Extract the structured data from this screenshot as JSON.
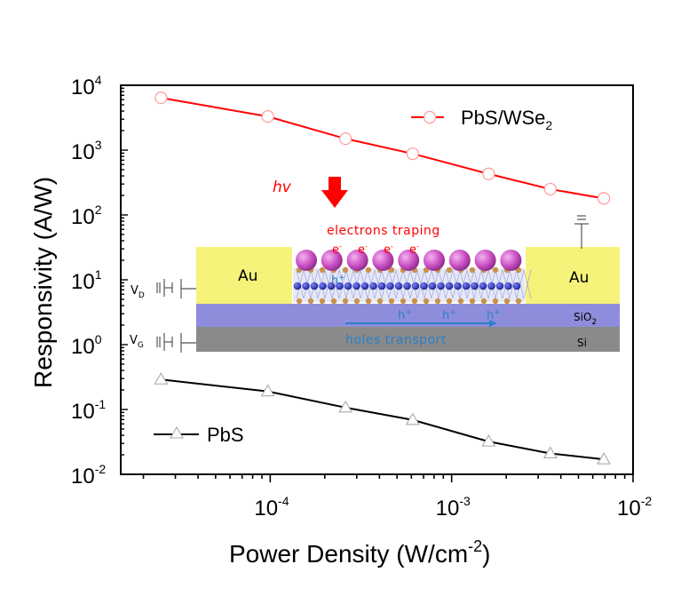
{
  "chart_data": {
    "type": "line",
    "title": "",
    "xlabel": "Power Density (W/cm",
    "xlabel_sup": "-2",
    "xlabel_end": ")",
    "ylabel": "Responsivity (A/W)",
    "xscale": "log",
    "yscale": "log",
    "xlim": [
      1.5e-05,
      0.01
    ],
    "ylim": [
      0.01,
      10000.0
    ],
    "grid": false,
    "x_ticks": [
      {
        "base": "10",
        "exp": "-4",
        "value": 0.0001
      },
      {
        "base": "10",
        "exp": "-3",
        "value": 0.001
      },
      {
        "base": "10",
        "exp": "-2",
        "value": 0.01
      }
    ],
    "y_ticks": [
      {
        "base": "10",
        "exp": "4",
        "value": 10000.0
      },
      {
        "base": "10",
        "exp": "3",
        "value": 1000.0
      },
      {
        "base": "10",
        "exp": "2",
        "value": 100.0
      },
      {
        "base": "10",
        "exp": "1",
        "value": 10.0
      },
      {
        "base": "10",
        "exp": "0",
        "value": 1.0
      },
      {
        "base": "10",
        "exp": "-1",
        "value": 0.1
      },
      {
        "base": "10",
        "exp": "-2",
        "value": 0.01
      }
    ],
    "x": [
      2.5e-05,
      9.7e-05,
      0.00026,
      0.00061,
      0.0016,
      0.0035,
      0.0069
    ],
    "series": [
      {
        "name": "PbS/WSe",
        "name_sub": "2",
        "marker": "circle",
        "color": "#ff0000",
        "values": [
          6400,
          3300,
          1500,
          880,
          430,
          250,
          180
        ],
        "legend": "top-right"
      },
      {
        "name": "PbS",
        "name_sub": "",
        "marker": "triangle",
        "color": "#000000",
        "values": [
          0.29,
          0.19,
          0.107,
          0.069,
          0.032,
          0.021,
          0.017
        ],
        "legend": "bottom-left"
      }
    ],
    "inset": {
      "light_label": "hv",
      "trapping_label": "electrons traping",
      "electron_label": "e",
      "electron_sup": "-",
      "electron_count": 4,
      "hole_label": "h",
      "hole_sup": "+",
      "transport_hole_count": 3,
      "transport_label": "holes transport",
      "electrode_label": "Au",
      "oxide_label": "SiO",
      "oxide_sub": "2",
      "substrate_label": "Si",
      "drain_label": "V",
      "drain_sub": "D",
      "gate_label": "V",
      "gate_sub": "G",
      "colors": {
        "gold": "#f5f37a",
        "oxide": "#8d8ddb",
        "silicon": "#8a8a8a",
        "quantum_dot": "#c94fc4",
        "tungsten": "#2a2fb0",
        "selenium": "#c8924a",
        "red_text": "#ff0000",
        "blue_text": "#2a7fc8"
      }
    }
  }
}
